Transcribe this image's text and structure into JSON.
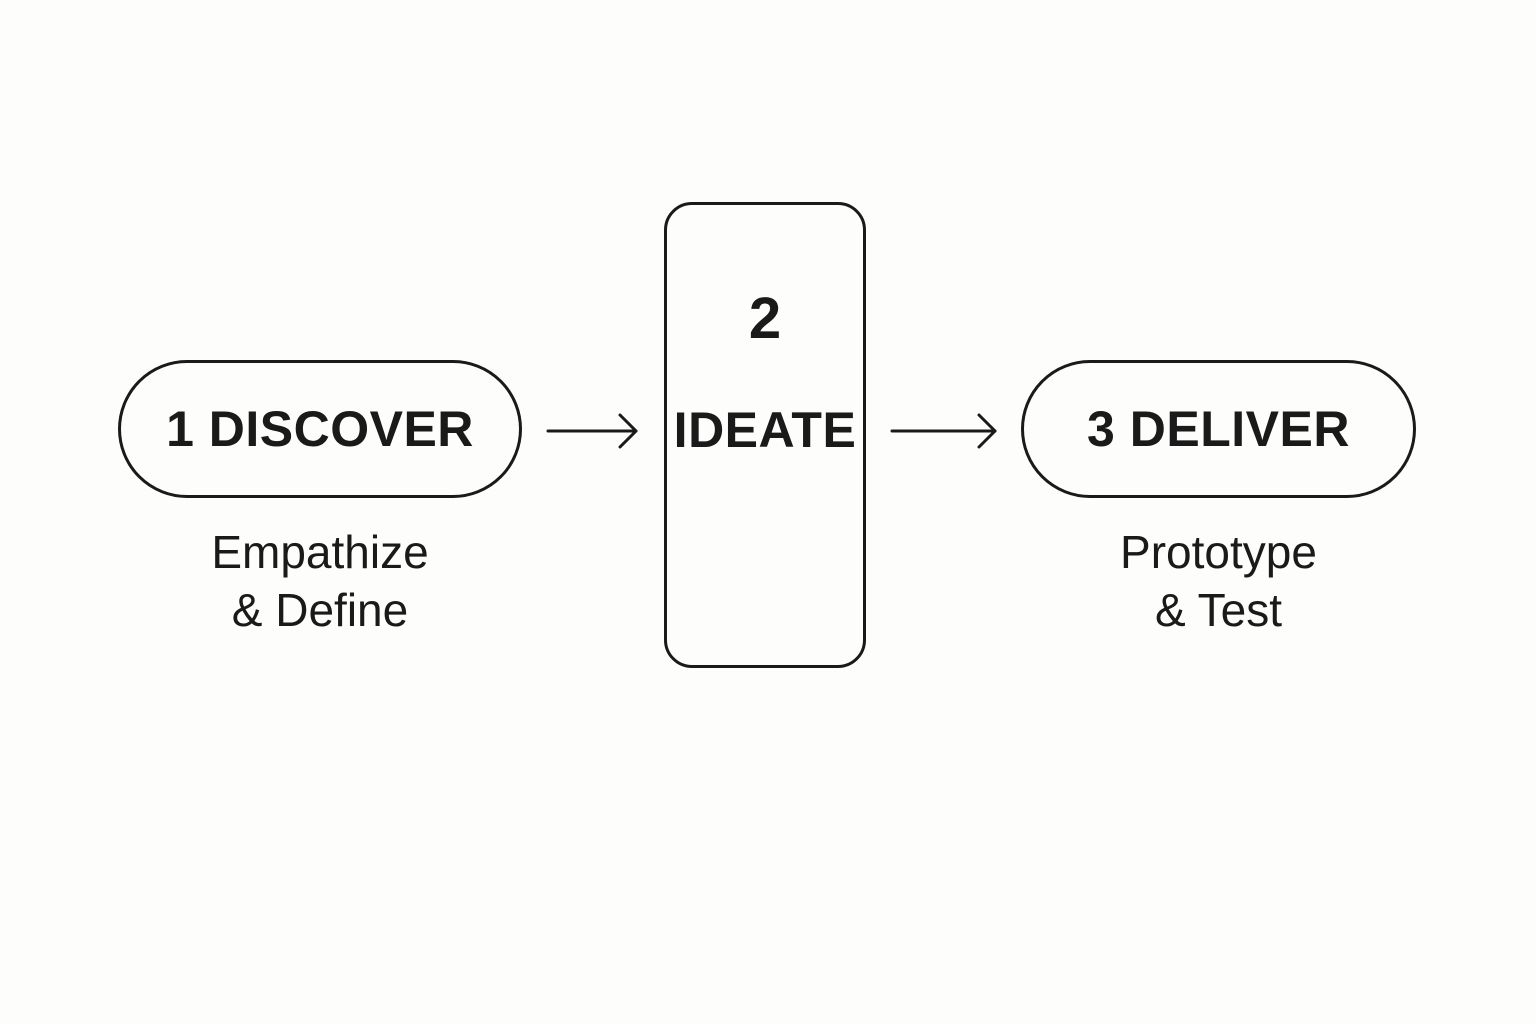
{
  "diagram": {
    "stroke_color": "#1a1a1a",
    "background_color": "#fdfdfb",
    "nodes": [
      {
        "id": "discover",
        "shape": "pill",
        "label": "1 DISCOVER",
        "caption_lines": [
          "Empathize",
          "& Define"
        ]
      },
      {
        "id": "ideate",
        "shape": "rounded-rectangle",
        "number": "2",
        "label": "IDEATE"
      },
      {
        "id": "deliver",
        "shape": "pill",
        "label": "3 DELIVER",
        "caption_lines": [
          "Prototype",
          "& Test"
        ]
      }
    ],
    "edges": [
      {
        "from": "discover",
        "to": "ideate",
        "icon": "arrow-right-icon"
      },
      {
        "from": "ideate",
        "to": "deliver",
        "icon": "arrow-right-icon"
      }
    ]
  }
}
